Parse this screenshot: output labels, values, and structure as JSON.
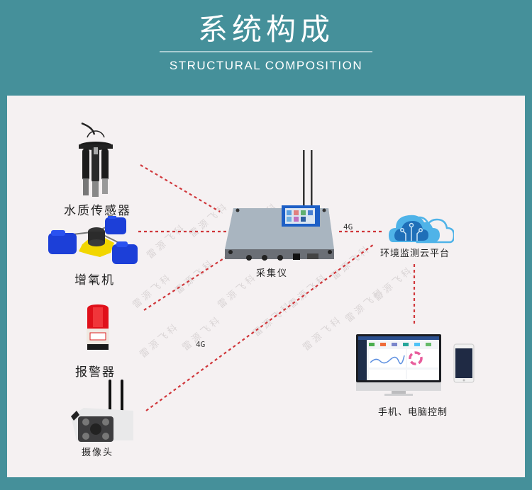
{
  "header": {
    "title": "系统构成",
    "subtitle": "STRUCTURAL COMPOSITION"
  },
  "colors": {
    "background": "#45909a",
    "panel": "#f5f1f2",
    "link": "#d0363a",
    "cloud_light": "#4fb3e8",
    "cloud_dark": "#1f6fb8"
  },
  "devices": {
    "water_sensor": {
      "label": "水质传感器",
      "icon": "water-quality-sensor-icon"
    },
    "aerator": {
      "label": "增氧机",
      "icon": "aerator-icon"
    },
    "alarm": {
      "label": "报警器",
      "icon": "alarm-light-icon"
    },
    "camera": {
      "label": "摄像头",
      "icon": "camera-icon"
    },
    "collector": {
      "label": "采集仪",
      "icon": "data-collector-icon"
    },
    "cloud": {
      "label": "环境监测云平台",
      "icon": "cloud-platform-icon"
    },
    "terminals": {
      "label": "手机、电脑控制",
      "icon": "computer-phone-icon"
    }
  },
  "links": {
    "collector_cloud_label": "4G",
    "camera_cloud_label": "4G"
  },
  "watermark": "雷源飞科"
}
